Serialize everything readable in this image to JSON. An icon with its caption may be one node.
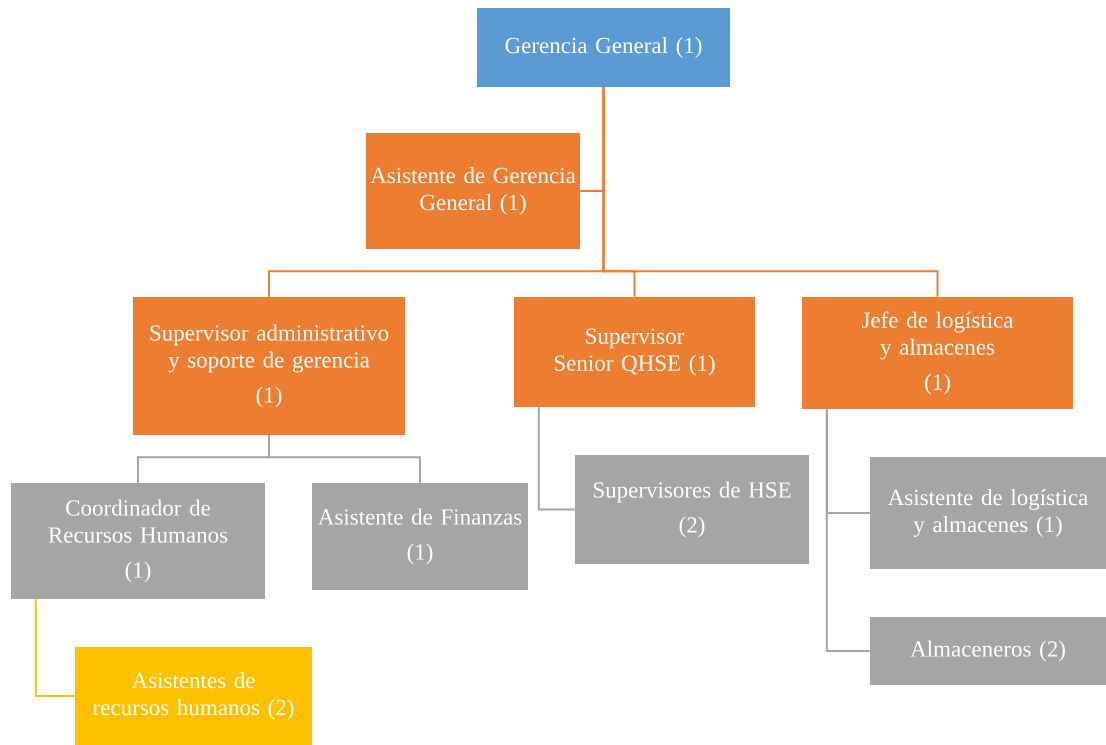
{
  "diagram": {
    "nodes": [
      {
        "text": [
          "Gerencia General (1)"
        ]
      },
      {
        "text": [
          "Asistente de Gerencia General (1)"
        ]
      },
      {
        "text": [
          "Supervisor administrativo y soporte de gerencia",
          "(1)"
        ]
      },
      {
        "text": [
          "Supervisor Senior QHSE (1)"
        ]
      },
      {
        "text": [
          "Jefe de logística y almacenes",
          "(1)"
        ]
      },
      {
        "text": [
          "Coordinador de Recursos Humanos",
          "(1)"
        ]
      },
      {
        "text": [
          "Asistente de Finanzas",
          "(1)"
        ]
      },
      {
        "text": [
          "Supervisores de HSE",
          "(2)"
        ]
      },
      {
        "text": [
          "Asistente de logística y almacenes (1)"
        ]
      },
      {
        "text": [
          "Almaceneros (2)"
        ]
      },
      {
        "text": [
          "Asistentes de recursos humanos (2)"
        ]
      }
    ],
    "edges": [
      {
        "from": 0,
        "to": 1,
        "arrow": "none",
        "color": "#ed7d31"
      },
      {
        "from": 0,
        "to": 2,
        "arrow": "none",
        "color": "#ed7d31"
      },
      {
        "from": 0,
        "to": 3,
        "arrow": "none",
        "color": "#ed7d31"
      },
      {
        "from": 0,
        "to": 4,
        "arrow": "none",
        "color": "#ed7d31"
      },
      {
        "from": 2,
        "to": 5,
        "arrow": "none"
      },
      {
        "from": 2,
        "to": 6,
        "arrow": "none"
      },
      {
        "from": 3,
        "to": 7,
        "arrow": "none"
      },
      {
        "from": 4,
        "to": 8,
        "arrow": "none"
      },
      {
        "from": 4,
        "to": 9,
        "arrow": "none"
      },
      {
        "from": 5,
        "to": 10,
        "arrow": "none",
        "color": "#ffc000"
      }
    ]
  }
}
